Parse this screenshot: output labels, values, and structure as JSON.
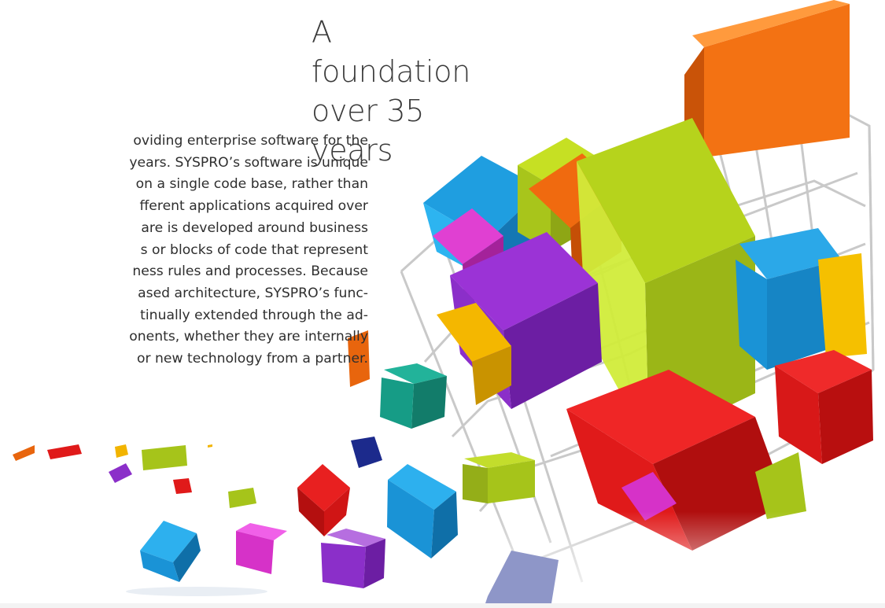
{
  "heading": {
    "line1": "A foundation",
    "line2": "over 35 years"
  },
  "body_lines": [
    "oviding enterprise software for the",
    "years. SYSPRO’s software is unique",
    "on a single code base, rather than",
    "fferent applications acquired over",
    "are is developed around business",
    "s or blocks of code that represent",
    "ness rules and processes. Because",
    "ased architecture, SYSPRO’s func-",
    "tinually extended through the ad-",
    "onents, whether they are internally",
    " or new technology from a partner."
  ],
  "artwork": {
    "description_icon": "cube-cluster-illustration",
    "colors": {
      "orange": "#f06a0f",
      "lime": "#a6c41a",
      "blue": "#1a93d6",
      "purple": "#8b2fc9",
      "magenta": "#d632c8",
      "red": "#e01a1a",
      "yellow": "#f2b400",
      "teal": "#169c86",
      "navy": "#1c2a8c",
      "frame": "#c9c9c9"
    }
  }
}
